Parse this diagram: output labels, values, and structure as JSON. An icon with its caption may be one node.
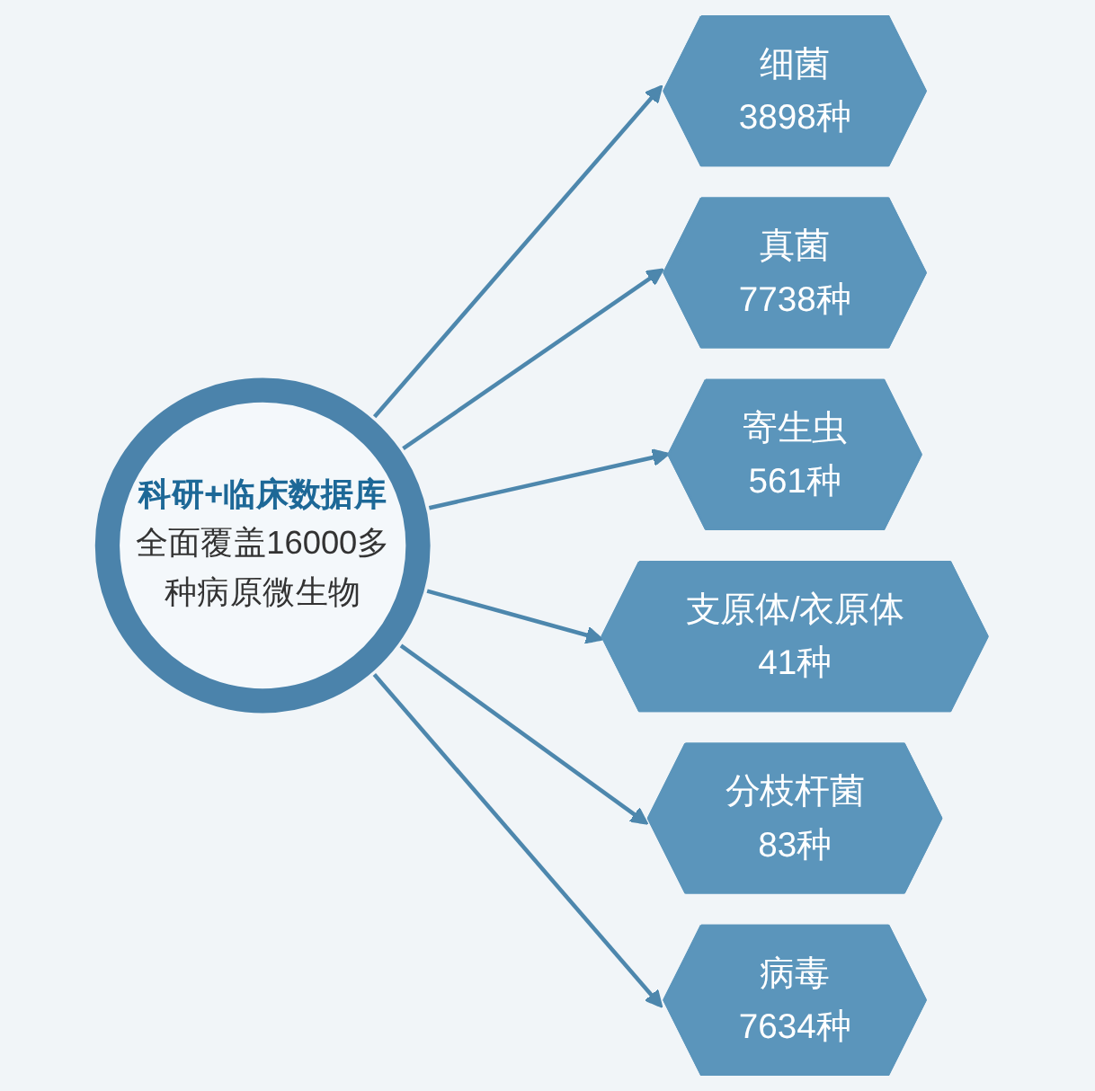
{
  "diagram": {
    "nodes": [
      {
        "text": [
          "科研+临床数据库",
          "全面覆盖16000多种病原微生物"
        ]
      },
      {
        "text": [
          "细菌",
          "3898种"
        ]
      },
      {
        "text": [
          "真菌",
          "7738种"
        ]
      },
      {
        "text": [
          "寄生虫",
          "561种"
        ]
      },
      {
        "text": [
          "支原体/衣原体",
          "41种"
        ]
      },
      {
        "text": [
          "分枝杆菌",
          "83种"
        ]
      },
      {
        "text": [
          "病毒",
          "7634种"
        ]
      }
    ],
    "edges": [
      {
        "from": 0,
        "to": 1,
        "arrow": "to"
      },
      {
        "from": 0,
        "to": 2,
        "arrow": "to"
      },
      {
        "from": 0,
        "to": 3,
        "arrow": "to"
      },
      {
        "from": 0,
        "to": 4,
        "arrow": "to"
      },
      {
        "from": 0,
        "to": 5,
        "arrow": "to"
      },
      {
        "from": 0,
        "to": 6,
        "arrow": "to"
      }
    ]
  }
}
